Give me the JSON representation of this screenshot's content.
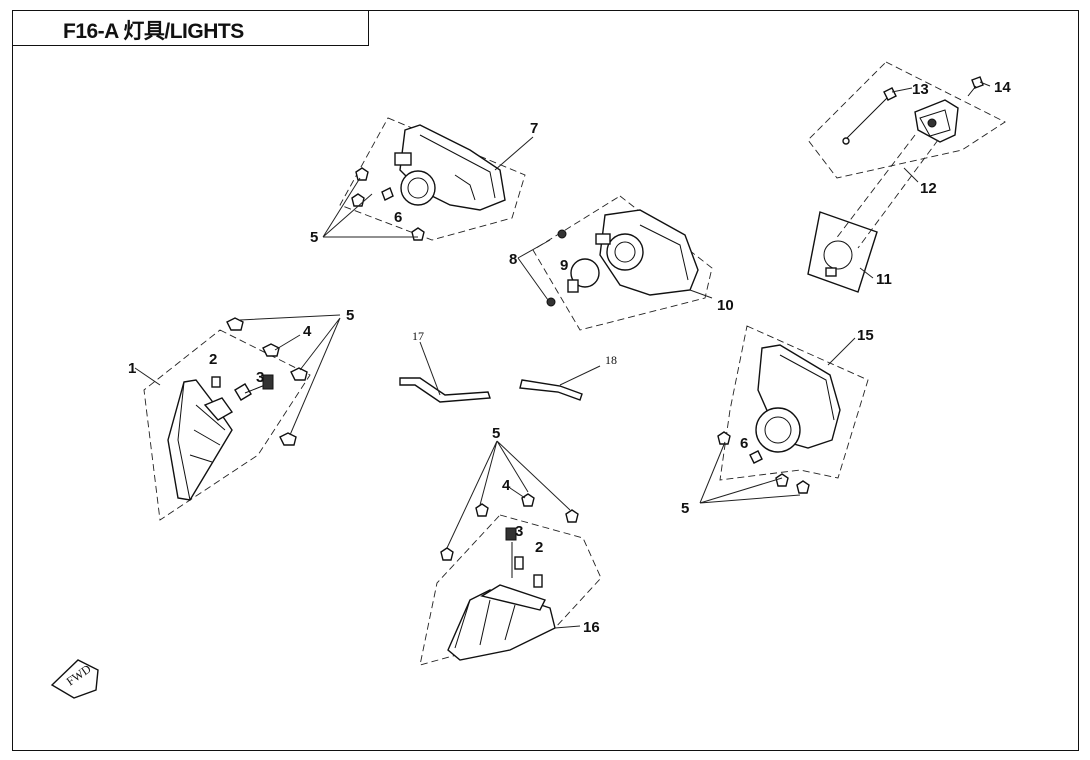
{
  "title": "F16-A  灯具/LIGHTS",
  "fwd_label": "FWD",
  "callouts": {
    "c1": "1",
    "c2a": "2",
    "c2b": "2",
    "c3a": "3",
    "c3b": "3",
    "c4a": "4",
    "c4b": "4",
    "c5a": "5",
    "c5b": "5",
    "c5c": "5",
    "c5d": "5",
    "c6a": "6",
    "c6b": "6",
    "c7": "7",
    "c8": "8",
    "c9": "9",
    "c10": "10",
    "c11": "11",
    "c12": "12",
    "c13": "13",
    "c14": "14",
    "c15": "15",
    "c16": "16",
    "c17": "17",
    "c18": "18"
  }
}
